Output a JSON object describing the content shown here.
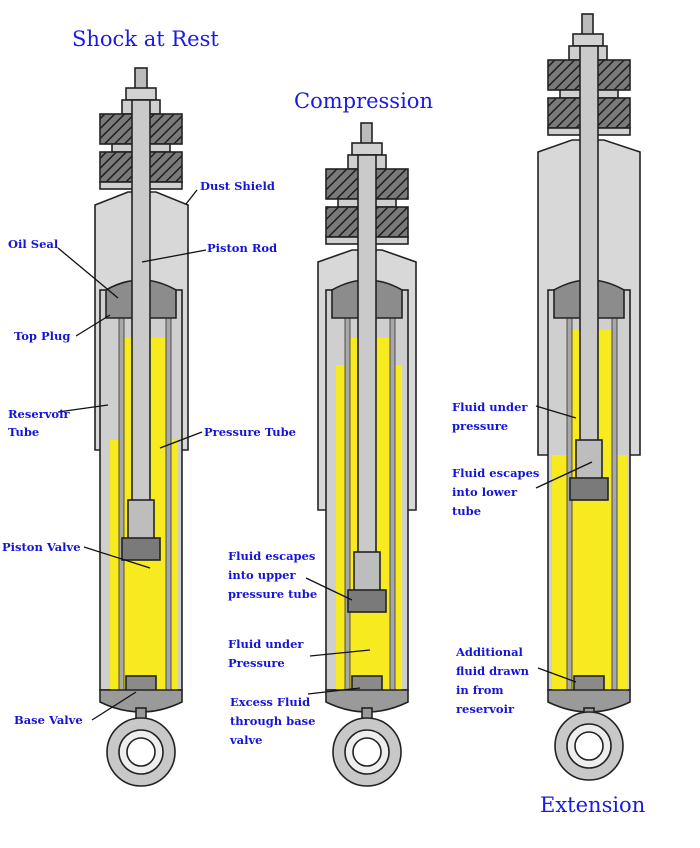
{
  "titles": {
    "rest": "Shock at Rest",
    "compression": "Compression",
    "extension": "Extension"
  },
  "rest_labels": {
    "dust_shield": "Dust Shield",
    "oil_seal": "Oil Seal",
    "piston_rod": "Piston Rod",
    "top_plug": "Top Plug",
    "reservoir_tube": [
      "Reservoir",
      "Tube"
    ],
    "pressure_tube": "Pressure Tube",
    "piston_valve": "Piston Valve",
    "base_valve": "Base Valve"
  },
  "compression_labels": {
    "fluid_escapes_upper": [
      "Fluid escapes",
      "into upper",
      "pressure tube"
    ],
    "fluid_under_pressure": [
      "Fluid under",
      "Pressure"
    ],
    "excess_fluid": [
      "Excess Fluid",
      "through base",
      "valve"
    ]
  },
  "extension_labels": {
    "fluid_under_pressure": [
      "Fluid under",
      "pressure"
    ],
    "fluid_escapes_lower": [
      "Fluid escapes",
      "into lower",
      "tube"
    ],
    "additional_fluid": [
      "Additional",
      "fluid drawn",
      "in from",
      "reservoir"
    ]
  },
  "colors": {
    "fluid": "#f7ea1e",
    "metal": "#c9c9c9",
    "label_text": "#1515d8",
    "title_text": "#1a1ae0"
  }
}
